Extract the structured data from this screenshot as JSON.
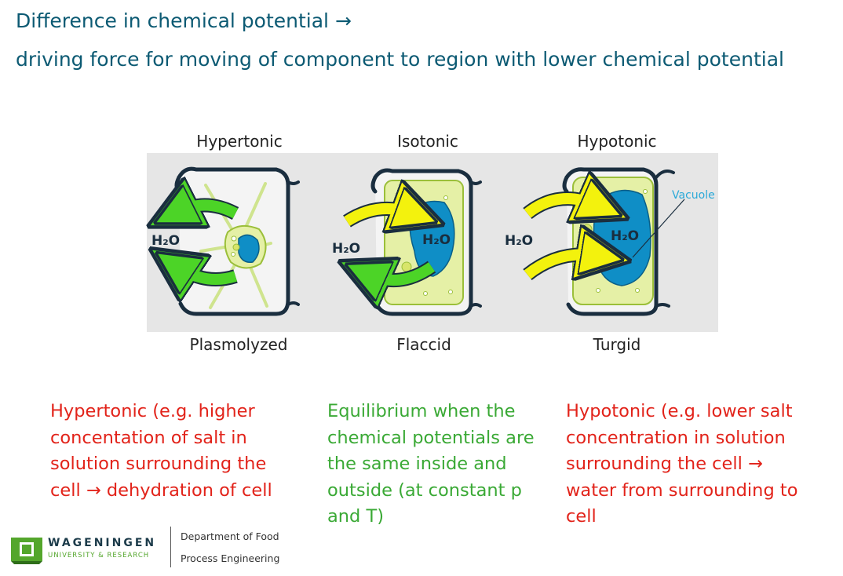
{
  "header": {
    "line1": "Difference in chemical potential →",
    "line2": "driving force for moving of component to region with lower chemical potential"
  },
  "diagram": {
    "top_labels": [
      "Hypertonic",
      "Isotonic",
      "Hypotonic"
    ],
    "bottom_labels": [
      "Plasmolyzed",
      "Flaccid",
      "Turgid"
    ],
    "molecule_label": "H₂O",
    "vacuole_label": "Vacuole",
    "colors": {
      "panel": "#e6e6e6",
      "cell_wall": "#1a2e3f",
      "cytoplasm": "#e5f0a6",
      "vacuole": "#0f8ec6",
      "arrow_out": "#4cd427",
      "arrow_in": "#f3f20d",
      "vacuole_label": "#2aa9d8"
    }
  },
  "captions": {
    "left": [
      "Hypertonic (e.g. higher",
      "concentation of salt in",
      "solution surrounding the",
      "cell → dehydration of cell"
    ],
    "middle": [
      "Equilibrium when the",
      "chemical potentials are",
      "the same inside and",
      "outside (at constant p",
      "and T)"
    ],
    "right": [
      "Hypotonic (e.g. lower salt",
      "concentration in solution",
      "surrounding the cell →",
      "water from surrounding to",
      "cell"
    ],
    "colors": {
      "red": "#e2231a",
      "green": "#3aa935"
    }
  },
  "footer": {
    "brand": "WAGENINGEN",
    "brand_sub": "UNIVERSITY & RESEARCH",
    "dept_line1": "Department of Food",
    "dept_line2": "Process Engineering"
  }
}
